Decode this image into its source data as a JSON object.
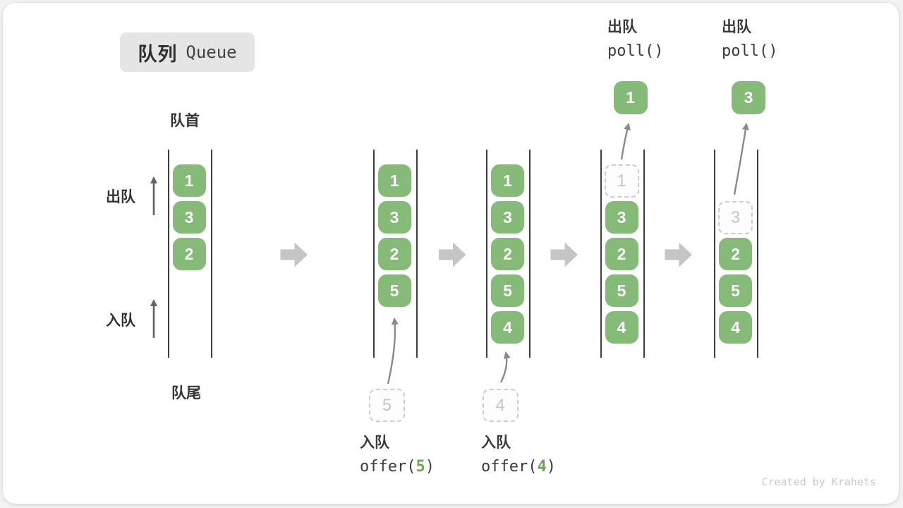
{
  "badge": {
    "zh": "队列",
    "en": "Queue"
  },
  "side_labels": {
    "front": "队首",
    "rear": "队尾",
    "dequeue": "出队",
    "enqueue": "入队"
  },
  "watermark": "Created by Krahets",
  "colors": {
    "green": "#85ba78",
    "code_green": "#69a84f",
    "line_dark": "#3f3f3f",
    "dashed_border": "#cccccc",
    "dashed_text": "#c4c4c4",
    "badge_bg": "#e5e5e5",
    "big_arrow": "#c5c5c5",
    "small_arrow": "#8a8a8a",
    "label_arrow": "#636363",
    "watermark": "#c9c9c9"
  },
  "columns": [
    {
      "name": "queue-state-initial",
      "cells": [
        {
          "slot": 0,
          "value": "1",
          "style": "solid"
        },
        {
          "slot": 1,
          "value": "3",
          "style": "solid"
        },
        {
          "slot": 2,
          "value": "2",
          "style": "solid"
        }
      ],
      "staged": null,
      "popped": null,
      "caption": null
    },
    {
      "name": "queue-state-after-offer-5",
      "cells": [
        {
          "slot": 0,
          "value": "1",
          "style": "solid"
        },
        {
          "slot": 1,
          "value": "3",
          "style": "solid"
        },
        {
          "slot": 2,
          "value": "2",
          "style": "solid"
        },
        {
          "slot": 3,
          "value": "5",
          "style": "solid"
        }
      ],
      "staged": "5",
      "popped": null,
      "caption": {
        "action": "入队",
        "code_parts": [
          {
            "t": "offer("
          },
          {
            "t": "5",
            "hl": true
          },
          {
            "t": ")"
          }
        ]
      }
    },
    {
      "name": "queue-state-after-offer-4",
      "cells": [
        {
          "slot": 0,
          "value": "1",
          "style": "solid"
        },
        {
          "slot": 1,
          "value": "3",
          "style": "solid"
        },
        {
          "slot": 2,
          "value": "2",
          "style": "solid"
        },
        {
          "slot": 3,
          "value": "5",
          "style": "solid"
        },
        {
          "slot": 4,
          "value": "4",
          "style": "solid"
        }
      ],
      "staged": "4",
      "popped": null,
      "caption": {
        "action": "入队",
        "code_parts": [
          {
            "t": "offer("
          },
          {
            "t": "4",
            "hl": true
          },
          {
            "t": ")"
          }
        ]
      }
    },
    {
      "name": "queue-state-after-poll-1",
      "cells": [
        {
          "slot": 0,
          "value": "1",
          "style": "ghost"
        },
        {
          "slot": 1,
          "value": "3",
          "style": "solid"
        },
        {
          "slot": 2,
          "value": "2",
          "style": "solid"
        },
        {
          "slot": 3,
          "value": "5",
          "style": "solid"
        },
        {
          "slot": 4,
          "value": "4",
          "style": "solid"
        }
      ],
      "staged": null,
      "popped": "1",
      "caption": {
        "action": "出队",
        "code_parts": [
          {
            "t": "poll()"
          }
        ]
      }
    },
    {
      "name": "queue-state-after-poll-3",
      "cells": [
        {
          "slot": 1,
          "value": "3",
          "style": "ghost"
        },
        {
          "slot": 2,
          "value": "2",
          "style": "solid"
        },
        {
          "slot": 3,
          "value": "5",
          "style": "solid"
        },
        {
          "slot": 4,
          "value": "4",
          "style": "solid"
        }
      ],
      "staged": null,
      "popped": "3",
      "caption": {
        "action": "出队",
        "code_parts": [
          {
            "t": "poll()"
          }
        ]
      }
    }
  ]
}
